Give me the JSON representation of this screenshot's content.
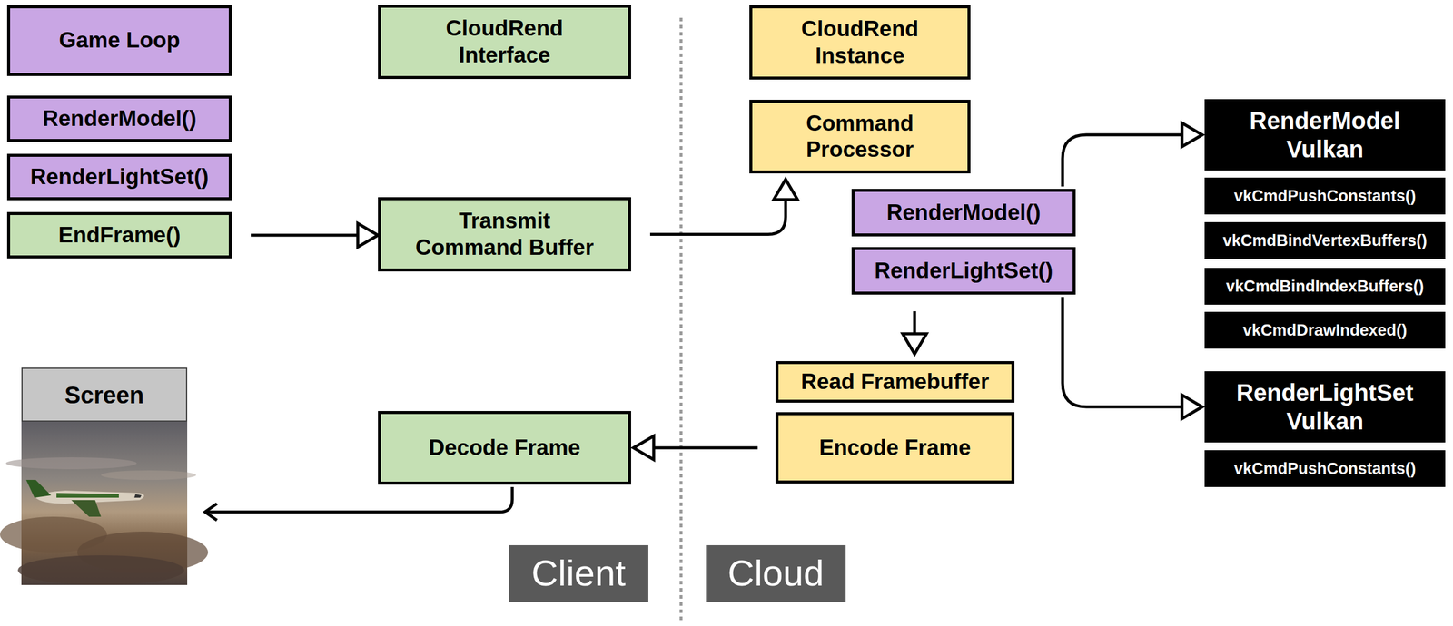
{
  "diagram": {
    "nodes": [
      {
        "text": [
          "Game Loop"
        ]
      },
      {
        "text": [
          "RenderModel()"
        ]
      },
      {
        "text": [
          "RenderLightSet()"
        ]
      },
      {
        "text": [
          "EndFrame()"
        ]
      },
      {
        "text": [
          "CloudRend Interface"
        ]
      },
      {
        "text": [
          "Transmit Command Buffer"
        ]
      },
      {
        "text": [
          "CloudRend Instance"
        ]
      },
      {
        "text": [
          "Command Processor"
        ]
      },
      {
        "text": [
          "RenderModel()"
        ]
      },
      {
        "text": [
          "RenderLightSet()"
        ]
      },
      {
        "text": [
          "RenderModel Vulkan"
        ]
      },
      {
        "text": [
          "vkCmdPushConstants()"
        ]
      },
      {
        "text": [
          "vkCmdBindVertexBuffers()"
        ]
      },
      {
        "text": [
          "vkCmdBindIndexBuffers()"
        ]
      },
      {
        "text": [
          "vkCmdDrawIndexed()"
        ]
      },
      {
        "text": [
          "RenderLightSet Vulkan"
        ]
      },
      {
        "text": [
          "vkCmdPushConstants()"
        ]
      },
      {
        "text": [
          "Read Framebuffer"
        ]
      },
      {
        "text": [
          "Encode Frame"
        ]
      },
      {
        "text": [
          "Decode Frame"
        ]
      },
      {
        "text": [
          "Screen"
        ]
      },
      {
        "text": [
          "Client"
        ]
      },
      {
        "text": [
          "Cloud"
        ]
      }
    ],
    "edges": [
      {
        "from": 3,
        "to": 5,
        "arrow": "to"
      },
      {
        "from": 5,
        "to": 7,
        "arrow": "to"
      },
      {
        "from": 8,
        "to": 10,
        "arrow": "to"
      },
      {
        "from": 9,
        "to": 15,
        "arrow": "to"
      },
      {
        "from": 9,
        "to": 17,
        "arrow": "to"
      },
      {
        "from": 18,
        "to": 19,
        "arrow": "to"
      },
      {
        "from": 19,
        "to": 20,
        "arrow": "to"
      }
    ]
  }
}
